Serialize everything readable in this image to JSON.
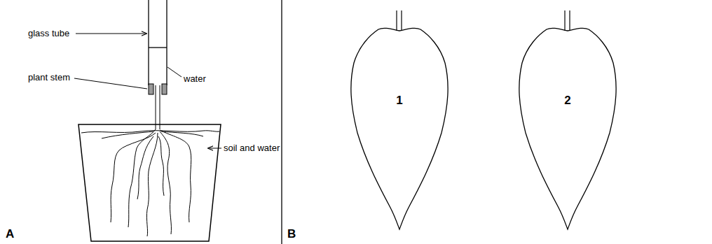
{
  "diagram": {
    "nodes": [
      {
        "text": [
          "1"
        ]
      },
      {
        "text": [
          "2"
        ]
      }
    ],
    "labels": [
      "glass tube",
      "plant stem",
      "water",
      "soil and water",
      "A",
      "B"
    ]
  }
}
